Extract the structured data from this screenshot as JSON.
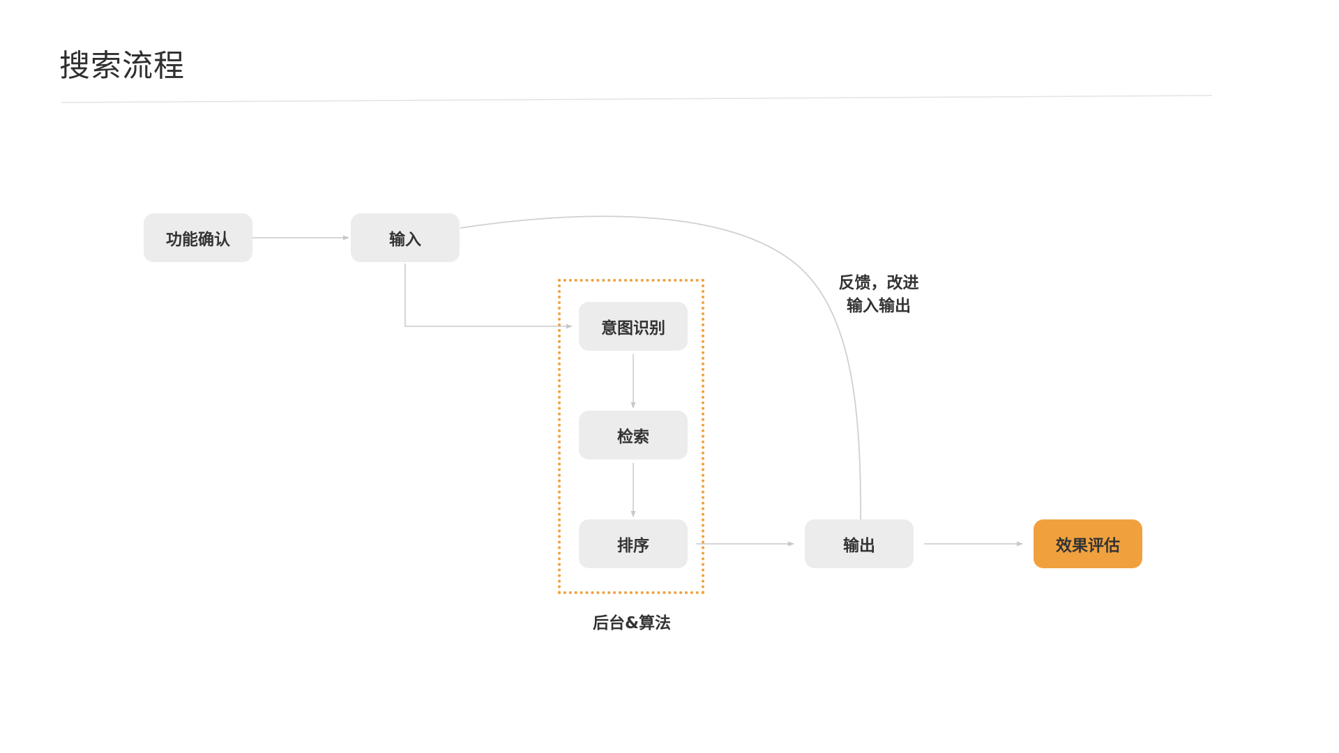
{
  "title": "搜索流程",
  "nodes": {
    "confirm": "功能确认",
    "input": "输入",
    "intent": "意图识别",
    "retrieve": "检索",
    "rank": "排序",
    "output": "输出",
    "evaluate": "效果评估"
  },
  "group_label": "后台&算法",
  "feedback_label": {
    "line1": "反馈，改进",
    "line2": "输入输出"
  },
  "colors": {
    "node_fill": "#ececec",
    "accent": "#f0a13e",
    "connector": "#c8c8c8",
    "text": "#333333"
  }
}
